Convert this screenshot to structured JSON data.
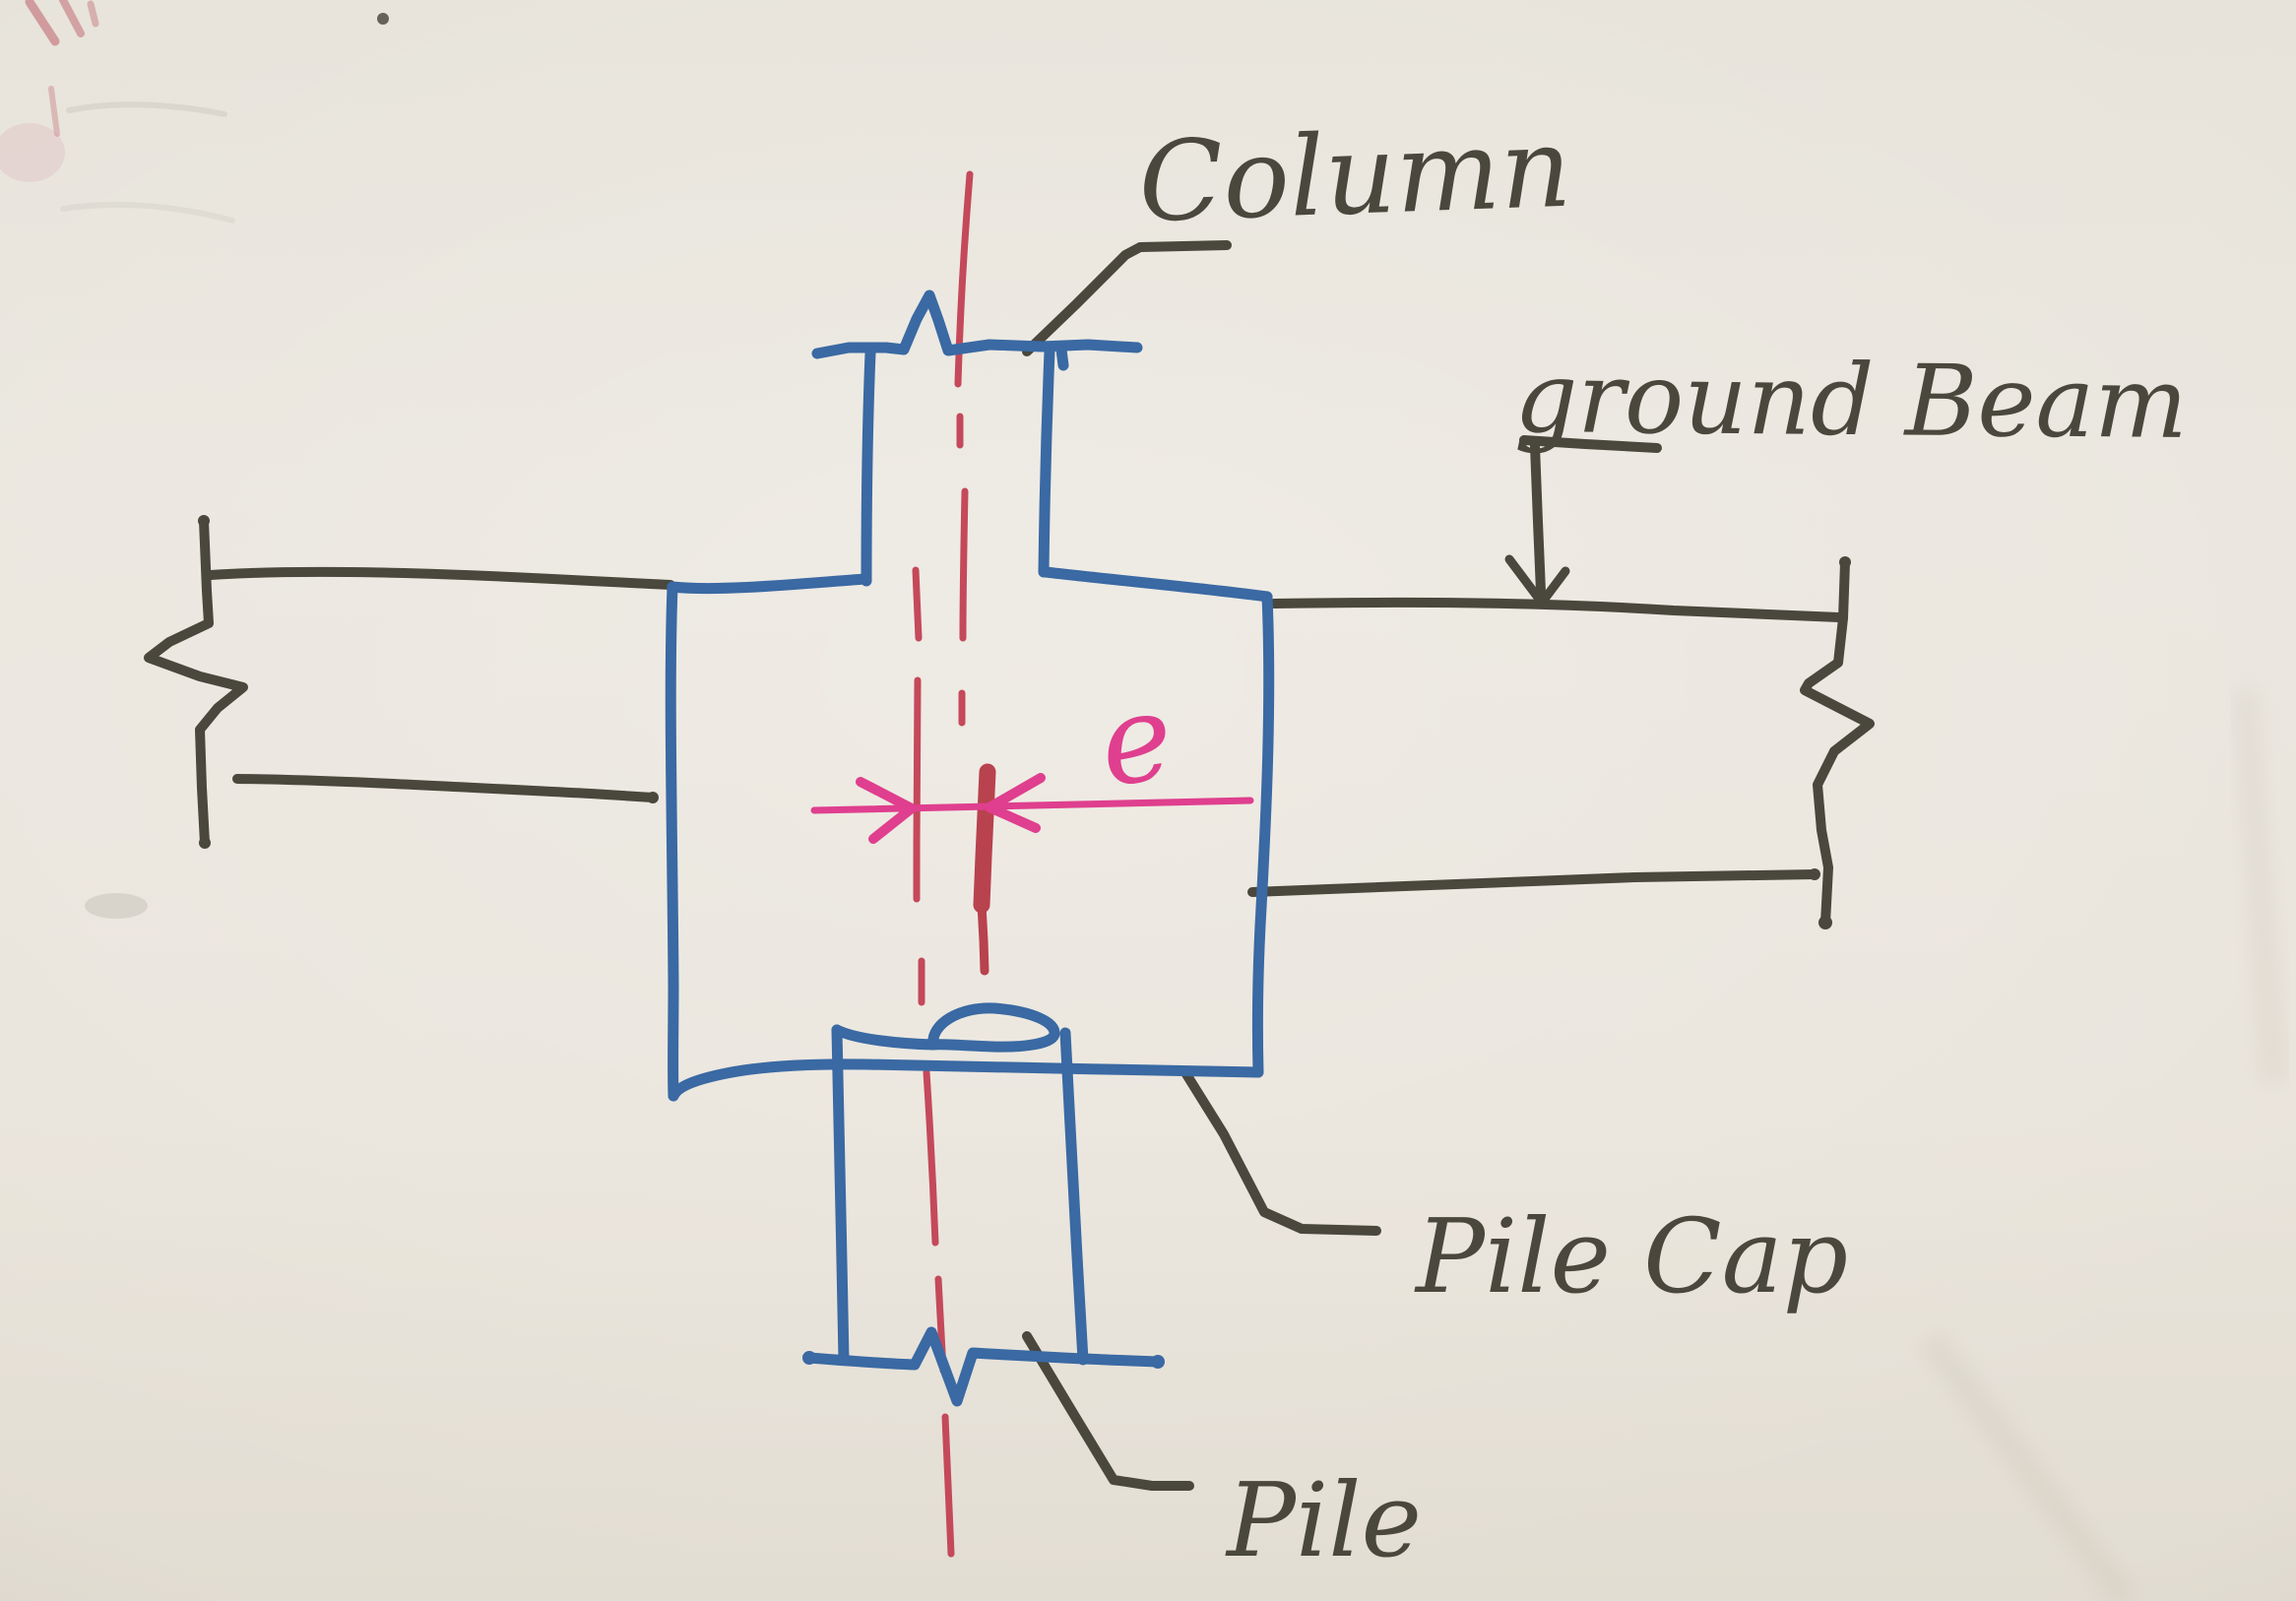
{
  "page": {
    "description": "Photograph of a hand-drawn structural engineering sketch showing a pile cap connecting a column, ground beams and a pile, with an eccentricity dimension",
    "background_color": "#e9e5dd"
  },
  "labels": {
    "column": "Column",
    "ground_beam": "ground Beam",
    "pile_cap": "Pile Cap",
    "pile": "Pile",
    "eccentricity_symbol": "e"
  },
  "colors": {
    "outline_blue": "#3a69a3",
    "annotation_dark": "#4a473d",
    "centerline_red": "#c4495a",
    "centerline_red_bold": "#b8424e",
    "dimension_pink": "#df3f8e",
    "paper": "#e9e5dd"
  },
  "diagram": {
    "type": "structural elevation sketch",
    "components": [
      {
        "name": "Column",
        "ink": "blue",
        "notes": "vertical member at top with break symbol on its cut line; leader line from label to column top"
      },
      {
        "name": "Ground Beam",
        "ink": "dark gray",
        "notes": "beams on both sides of pile cap, each ending in a zigzag break symbol; label arrow points down to right beam top line"
      },
      {
        "name": "Pile Cap",
        "ink": "blue",
        "notes": "large rectangle in the middle; leader from label to its bottom-right edge"
      },
      {
        "name": "Pile",
        "ink": "blue",
        "notes": "below pile cap with looped top edge and break symbol at bottom; leader from label to pile bottom"
      },
      {
        "name": "Eccentricity e",
        "ink": "pink",
        "notes": "dimension line with two opposing arrowheads between pile axis and column axis"
      }
    ],
    "centerline_style": "red dash-dot vertical axis lines"
  }
}
